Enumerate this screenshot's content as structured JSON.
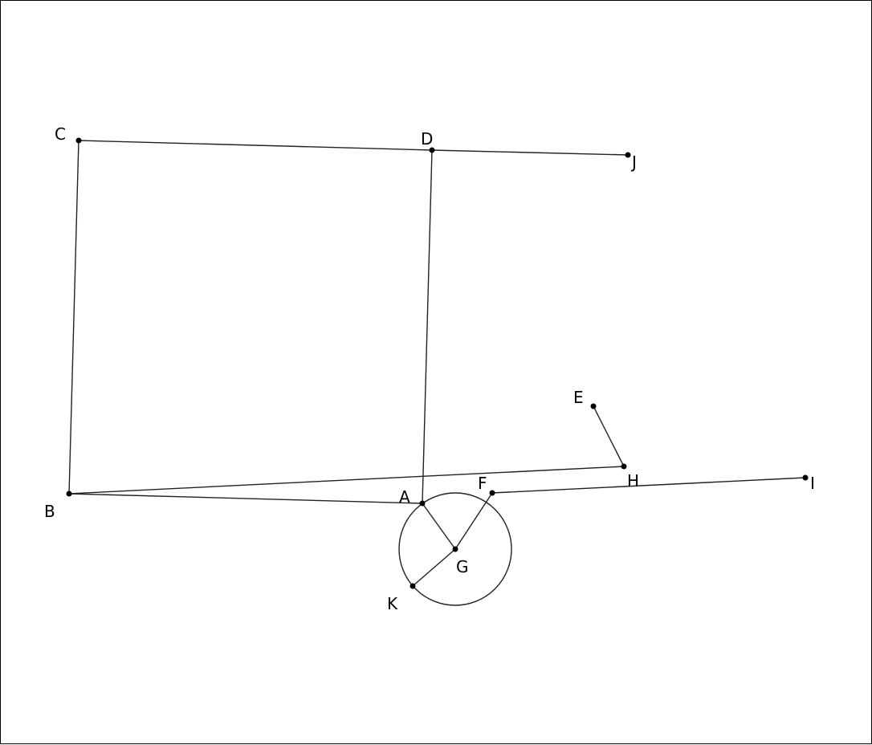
{
  "colors": {
    "line": "#222222",
    "point": "#000000",
    "label": "#000000",
    "background": "#ffffff"
  },
  "points": {
    "A": "A",
    "B": "B",
    "C": "C",
    "D": "D",
    "E": "E",
    "F": "F",
    "G": "G",
    "H": "H",
    "I": "I",
    "J": "J",
    "K": "K"
  }
}
